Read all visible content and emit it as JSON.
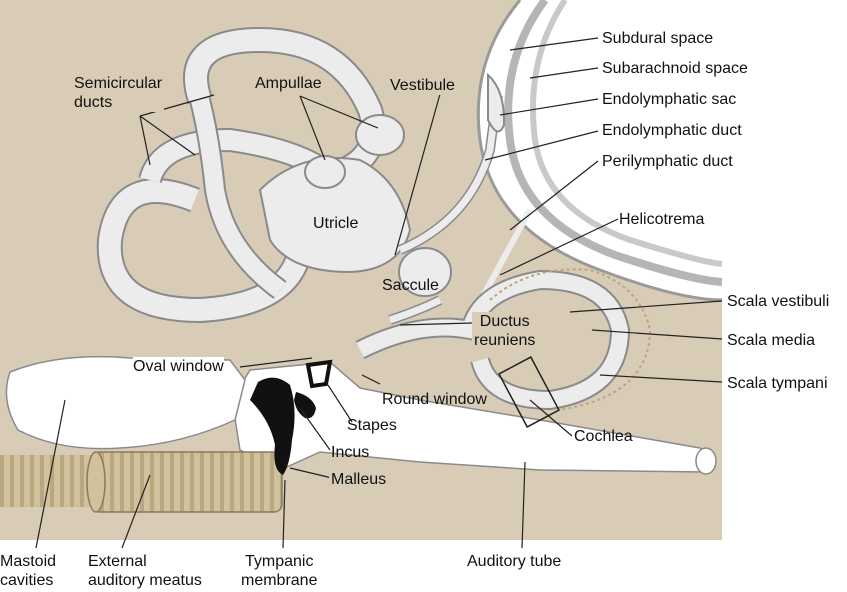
{
  "labels": {
    "semicircular_ducts_1": "Semicircular",
    "semicircular_ducts_2": "ducts",
    "ampullae": "Ampullae",
    "vestibule": "Vestibule",
    "utricle": "Utricle",
    "saccule": "Saccule",
    "ductus_reuniens_1": "Ductus",
    "ductus_reuniens_2": "reuniens",
    "oval_window": "Oval window",
    "round_window": "Round window",
    "stapes": "Stapes",
    "incus": "Incus",
    "malleus": "Malleus",
    "cochlea": "Cochlea",
    "subdural_space": "Subdural space",
    "subarachnoid_space": "Subarachnoid space",
    "endolymphatic_sac": "Endolymphatic sac",
    "endolymphatic_duct": "Endolymphatic duct",
    "perilymphatic_duct": "Perilymphatic duct",
    "helicotrema": "Helicotrema",
    "scala_vestibuli": "Scala vestibuli",
    "scala_media": "Scala media",
    "scala_tympani": "Scala tympani",
    "mastoid_cavities_1": "Mastoid",
    "mastoid_cavities_2": "cavities",
    "external_auditory_meatus_1": "External",
    "external_auditory_meatus_2": "auditory meatus",
    "tympanic_membrane_1": "Tympanic",
    "tympanic_membrane_2": "membrane",
    "auditory_tube": "Auditory tube"
  },
  "colors": {
    "bone": "#d8ccb7",
    "membranous": "#ececec",
    "membranous_edge": "#8a8a8a",
    "ossicle": "#111111",
    "canal_stripe": "#b9a780",
    "leader": "#222222"
  }
}
